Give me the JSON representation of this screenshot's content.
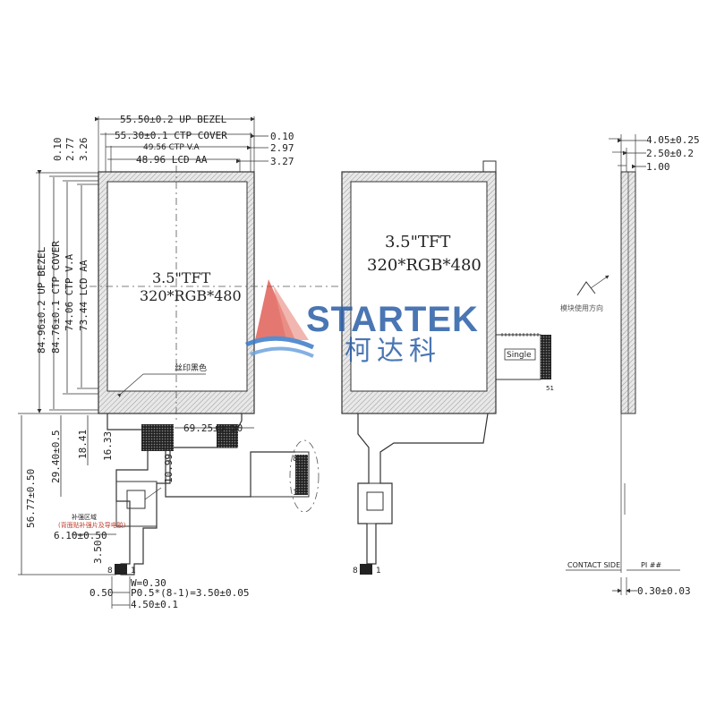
{
  "front_view": {
    "dims_top": [
      {
        "id": "up-bezel-width",
        "label": "55.50±0.2  UP BEZEL"
      },
      {
        "id": "ctp-cover-width",
        "label": "55.30±0.1  CTP COVER"
      },
      {
        "id": "ctp-va-width",
        "label": "49.56  CTP V.A"
      },
      {
        "id": "lcd-aa-width",
        "label": "48.96  LCD AA"
      }
    ],
    "dims_right": [
      {
        "id": "right-010",
        "label": "0.10"
      },
      {
        "id": "right-297",
        "label": "2.97"
      },
      {
        "id": "right-327",
        "label": "3.27"
      }
    ],
    "dims_left_top": [
      {
        "id": "left-010",
        "label": "0.10"
      },
      {
        "id": "left-277",
        "label": "2.77"
      },
      {
        "id": "left-326",
        "label": "3.26"
      }
    ],
    "dims_left_vertical": [
      {
        "id": "up-bezel-height",
        "label": "84.96±0.2  UP BEZEL"
      },
      {
        "id": "ctp-cover-height",
        "label": "84.76±0.1  CTP COVER"
      },
      {
        "id": "ctp-va-height",
        "label": "74.06  CTP V.A"
      },
      {
        "id": "lcd-aa-height",
        "label": "73.44  LCD AA"
      }
    ],
    "panel_title": "3.5\"TFT",
    "panel_resolution": "320*RGB*480",
    "silkscreen_label": "丝印黑色",
    "fpc_dims": {
      "width_6925": "69.25±0.50",
      "d_1633": "16.33",
      "d_1841": "18.41",
      "d_2940": "29.40±0.5",
      "d_5677": "56.77±0.50",
      "d_1099": "10.99",
      "d_610": "6.10±0.50",
      "d_350": "3.50",
      "pin_w": "W=0.30",
      "pitch": "P0.5*(8-1)=3.50±0.05",
      "d_050": "0.50",
      "d_450": "4.50±0.1"
    },
    "stiffener_label": "补强区域",
    "stiffener_note": "(背面贴补强片及导电胶)",
    "connector_pins": {
      "left": "8",
      "right": "1"
    },
    "side_connector_pins": {
      "top": "8",
      "bottom": "1"
    }
  },
  "back_view": {
    "panel_title": "3.5\"TFT",
    "panel_resolution": "320*RGB*480",
    "connector_label": "Single",
    "connector_pins": {
      "left": "8",
      "right": "1"
    },
    "side_pin": "51"
  },
  "side_view": {
    "dims": [
      {
        "id": "side-405",
        "label": "4.05±0.25"
      },
      {
        "id": "side-250",
        "label": "2.50±0.2"
      },
      {
        "id": "side-100",
        "label": "1.00"
      }
    ],
    "direction_note": "模块使用方向",
    "contact_side": "CONTACT SIDE",
    "pi_label": "PI ##",
    "thickness": "0.30±0.03"
  },
  "watermark": {
    "brand": "STARTEK",
    "brand_cn": "柯达科"
  }
}
